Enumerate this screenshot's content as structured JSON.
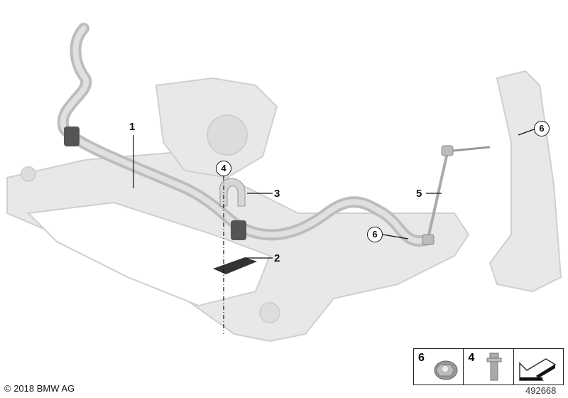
{
  "callouts": {
    "c1": "1",
    "c2": "2",
    "c3": "3",
    "c4": "4",
    "c5": "5",
    "c6a": "6",
    "c6b": "6"
  },
  "legend": {
    "items": [
      {
        "number": "6",
        "part": "flange-nut"
      },
      {
        "number": "4",
        "part": "bolt"
      },
      {
        "number": "",
        "part": "direction-arrow"
      }
    ]
  },
  "copyright": "© 2018 BMW AG",
  "diagram_number": "492668",
  "colors": {
    "frame": "#e6e6e6",
    "frame_edge": "#c8c8c8",
    "stabilizer": "#c9c9c9",
    "bracket": "#555555"
  }
}
